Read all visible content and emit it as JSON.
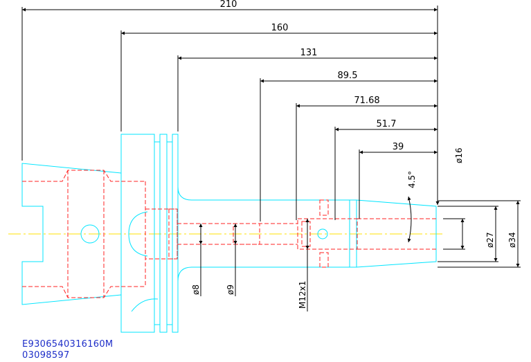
{
  "dimensions": {
    "horizontal": [
      {
        "id": "len-210",
        "label": "210"
      },
      {
        "id": "len-160",
        "label": "160"
      },
      {
        "id": "len-131",
        "label": "131"
      },
      {
        "id": "len-89-5",
        "label": "89.5"
      },
      {
        "id": "len-71-68",
        "label": "71.68"
      },
      {
        "id": "len-51-7",
        "label": "51.7"
      },
      {
        "id": "len-39",
        "label": "39"
      }
    ],
    "angle": "4.5°",
    "diameters": {
      "d16": "ø16",
      "d27": "ø27",
      "d34": "ø34",
      "d8": "ø8",
      "d9": "ø9"
    },
    "thread": "M12x1"
  },
  "title_block": {
    "part_number": "E9306540316160M",
    "code": "03098597"
  },
  "colors": {
    "outline": "#00e5ff",
    "hidden_lines": "#ff2020",
    "center_line": "#ffe000",
    "dimensions": "#000000",
    "title_text": "#1e2ec8"
  }
}
